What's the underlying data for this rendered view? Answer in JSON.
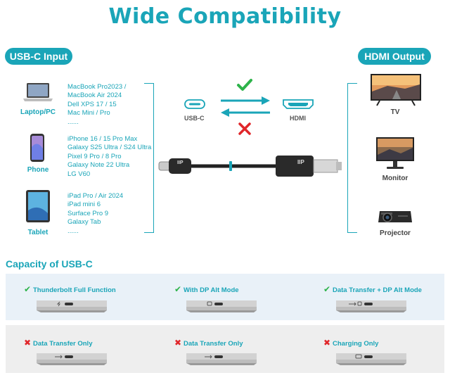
{
  "title": "Wide Compatibility",
  "input_label": "USB-C Input",
  "output_label": "HDMI Output",
  "inputs": [
    {
      "label": "Laptop/PC",
      "icon": "laptop-icon",
      "models": [
        "MacBook Pro2023 /",
        "MacBook Air 2024",
        "Dell XPS 17 / 15",
        "Mac Mini / Pro",
        "......"
      ]
    },
    {
      "label": "Phone",
      "icon": "phone-icon",
      "models": [
        "iPhone 16 / 15 Pro Max",
        "Galaxy S25 Ultra / S24 Ultra",
        "Pixel 9 Pro / 8 Pro",
        "Galaxy Note 22 Ultra",
        "LG V60"
      ]
    },
    {
      "label": "Tablet",
      "icon": "tablet-icon",
      "models": [
        "iPad Pro / Air 2024",
        "iPad mini 6",
        "Surface Pro 9",
        "Galaxy Tab",
        "......"
      ]
    }
  ],
  "outputs": [
    {
      "label": "TV",
      "icon": "tv-icon"
    },
    {
      "label": "Monitor",
      "icon": "monitor-icon"
    },
    {
      "label": "Projector",
      "icon": "projector-icon"
    }
  ],
  "ports": {
    "left": "USB-C",
    "right": "HDMI",
    "left_logo": "IIP",
    "right_logo": "IIP"
  },
  "capacity_title": "Capacity of USB-C",
  "capacity": [
    {
      "label": "Thunderbolt Full Function",
      "supported": true
    },
    {
      "label": "With DP Alt Mode",
      "supported": true
    },
    {
      "label": "Data Transfer + DP Alt Mode",
      "supported": true
    },
    {
      "label": "Data Transfer Only",
      "supported": false
    },
    {
      "label": "Data Transfer Only",
      "supported": false
    },
    {
      "label": "Charging Only",
      "supported": false
    }
  ],
  "colors": {
    "accent": "#1aa5b8",
    "check": "#2db34a",
    "cross": "#e0262a"
  }
}
